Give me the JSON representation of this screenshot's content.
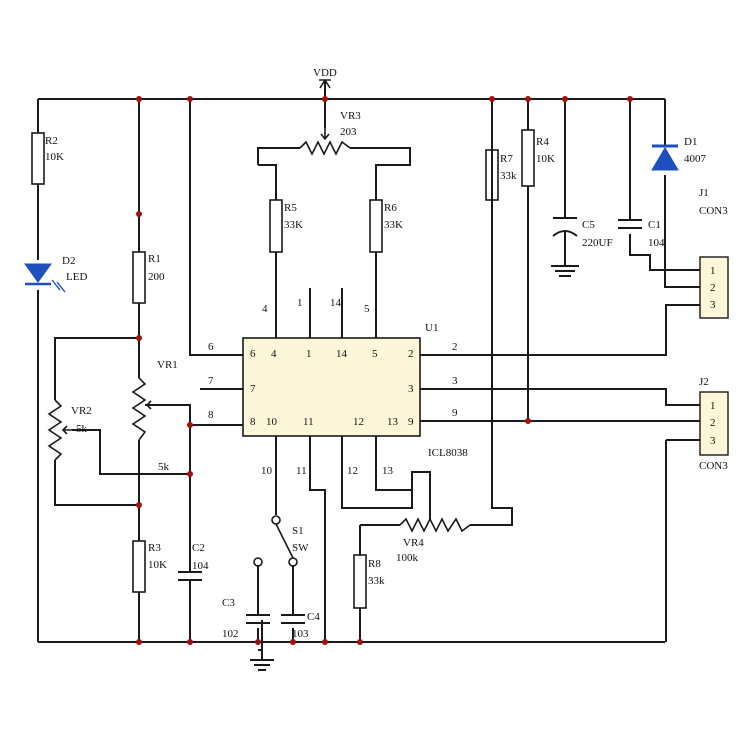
{
  "power": {
    "vdd": "VDD"
  },
  "ic": {
    "ref": "U1",
    "part": "ICL8038",
    "inner_pins": [
      "6",
      "4",
      "1",
      "14",
      "5",
      "2",
      "7",
      "3",
      "8",
      "10",
      "11",
      "12",
      "13",
      "9"
    ],
    "outer_pins": [
      "6",
      "7",
      "8",
      "2",
      "3",
      "9",
      "4",
      "1",
      "14",
      "5",
      "10",
      "11",
      "12",
      "13"
    ]
  },
  "components": {
    "r2": {
      "ref": "R2",
      "value": "10K"
    },
    "d2": {
      "ref": "D2",
      "value": "LED"
    },
    "r1": {
      "ref": "R1",
      "value": "200"
    },
    "vr1": {
      "ref": "VR1",
      "value": ""
    },
    "vr2": {
      "ref": "VR2",
      "value": "5k"
    },
    "vr1_val": {
      "value": "5k"
    },
    "r3": {
      "ref": "R3",
      "value": "10K"
    },
    "c2": {
      "ref": "C2",
      "value": "104"
    },
    "vr3": {
      "ref": "VR3",
      "value": "203"
    },
    "r5": {
      "ref": "R5",
      "value": "33K"
    },
    "r6": {
      "ref": "R6",
      "value": "33K"
    },
    "r7": {
      "ref": "R7",
      "value": "33k"
    },
    "r4": {
      "ref": "R4",
      "value": "10K"
    },
    "d1": {
      "ref": "D1",
      "value": "4007"
    },
    "c5": {
      "ref": "C5",
      "value": "220UF"
    },
    "c1": {
      "ref": "C1",
      "value": "104"
    },
    "s1": {
      "ref": "S1",
      "value": "SW"
    },
    "c3": {
      "ref": "C3",
      "value": "102"
    },
    "c4": {
      "ref": "C4",
      "value": "103"
    },
    "r8": {
      "ref": "R8",
      "value": "33k"
    },
    "vr4": {
      "ref": "VR4",
      "value": "100k"
    }
  },
  "connectors": {
    "j1": {
      "ref": "J1",
      "type": "CON3",
      "pins": [
        "1",
        "2",
        "3"
      ]
    },
    "j2": {
      "ref": "J2",
      "type": "CON3",
      "pins": [
        "1",
        "2",
        "3"
      ]
    }
  },
  "colors": {
    "wire": "#1a1a1a",
    "junction": "#a01010",
    "ic_fill": "#fdf6d8",
    "connector_fill": "#fdf6d8",
    "led": "#1f4fbf",
    "diode": "#1f4fbf"
  }
}
